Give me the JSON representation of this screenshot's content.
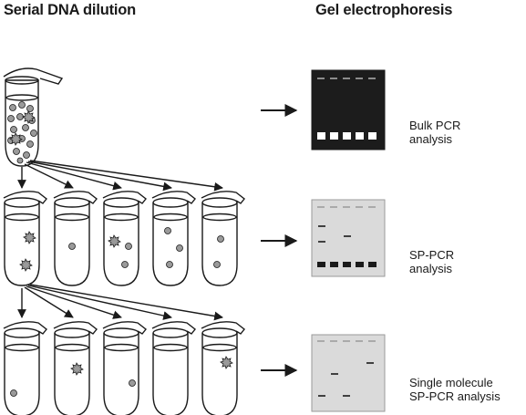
{
  "headings": {
    "left": "Serial DNA dilution",
    "right": "Gel electrophoresis"
  },
  "analyses": [
    {
      "line1": "Bulk PCR",
      "line2": "analysis"
    },
    {
      "line1": "SP-PCR",
      "line2": "analysis"
    },
    {
      "line1": "Single molecule",
      "line2": "SP-PCR analysis"
    }
  ],
  "colors": {
    "bulk_gel": "#1c1c1c",
    "sp_gel": "#dadada",
    "molecule_fill": "#9a9a9a",
    "outline": "#1a1a1a"
  }
}
